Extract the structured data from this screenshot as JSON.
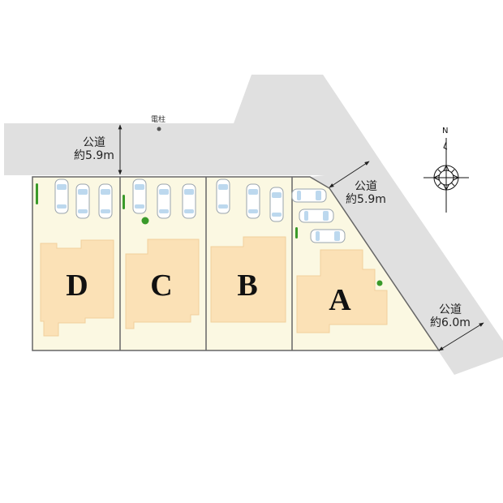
{
  "roads": [
    {
      "id": "north-road",
      "label_line1": "公道",
      "label_line2": "約5.9m"
    },
    {
      "id": "northeast-road",
      "label_line1": "公道",
      "label_line2": "約5.9m"
    },
    {
      "id": "east-road",
      "label_line1": "公道",
      "label_line2": "約6.0m"
    }
  ],
  "utility_pole": {
    "label": "電柱"
  },
  "compass": {
    "north_label": "N"
  },
  "lots": [
    {
      "id": "D",
      "label": "D"
    },
    {
      "id": "C",
      "label": "C"
    },
    {
      "id": "B",
      "label": "B"
    },
    {
      "id": "A",
      "label": "A"
    }
  ],
  "colors": {
    "road": "#e0e0e0",
    "lot": "#fbf8e2",
    "building": "#fbe1b6",
    "building_outline": "#f2cf9c",
    "boundary": "#666666",
    "car_window": "#bcd8ee",
    "tree": "#3a9a2a"
  }
}
